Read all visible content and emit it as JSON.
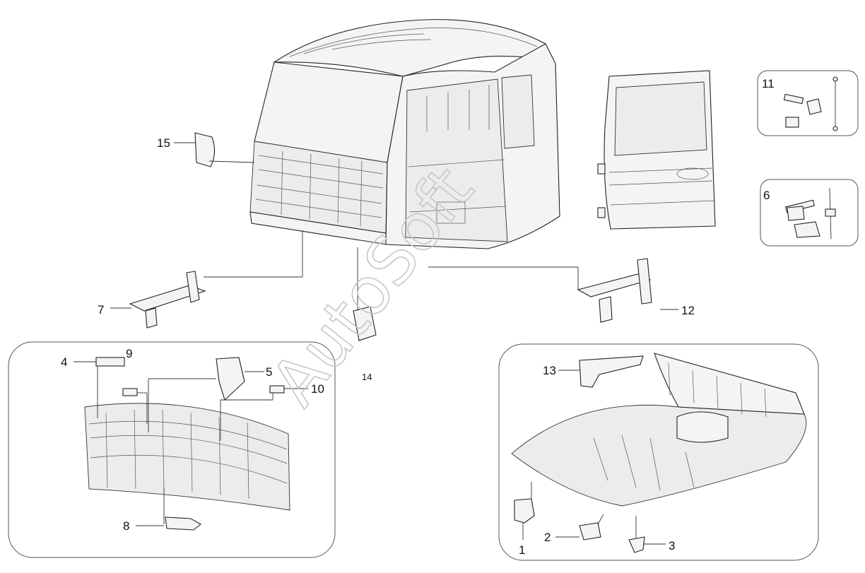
{
  "watermark": "AutoSoft",
  "callouts": [
    {
      "id": "1",
      "label": "1"
    },
    {
      "id": "2",
      "label": "2"
    },
    {
      "id": "3",
      "label": "3"
    },
    {
      "id": "4",
      "label": "4"
    },
    {
      "id": "5",
      "label": "5"
    },
    {
      "id": "6",
      "label": "6"
    },
    {
      "id": "7",
      "label": "7"
    },
    {
      "id": "8",
      "label": "8"
    },
    {
      "id": "9",
      "label": "9"
    },
    {
      "id": "10",
      "label": "10"
    },
    {
      "id": "11",
      "label": "11"
    },
    {
      "id": "12",
      "label": "12"
    },
    {
      "id": "13",
      "label": "13"
    },
    {
      "id": "14",
      "label": "14"
    },
    {
      "id": "15",
      "label": "15"
    }
  ]
}
